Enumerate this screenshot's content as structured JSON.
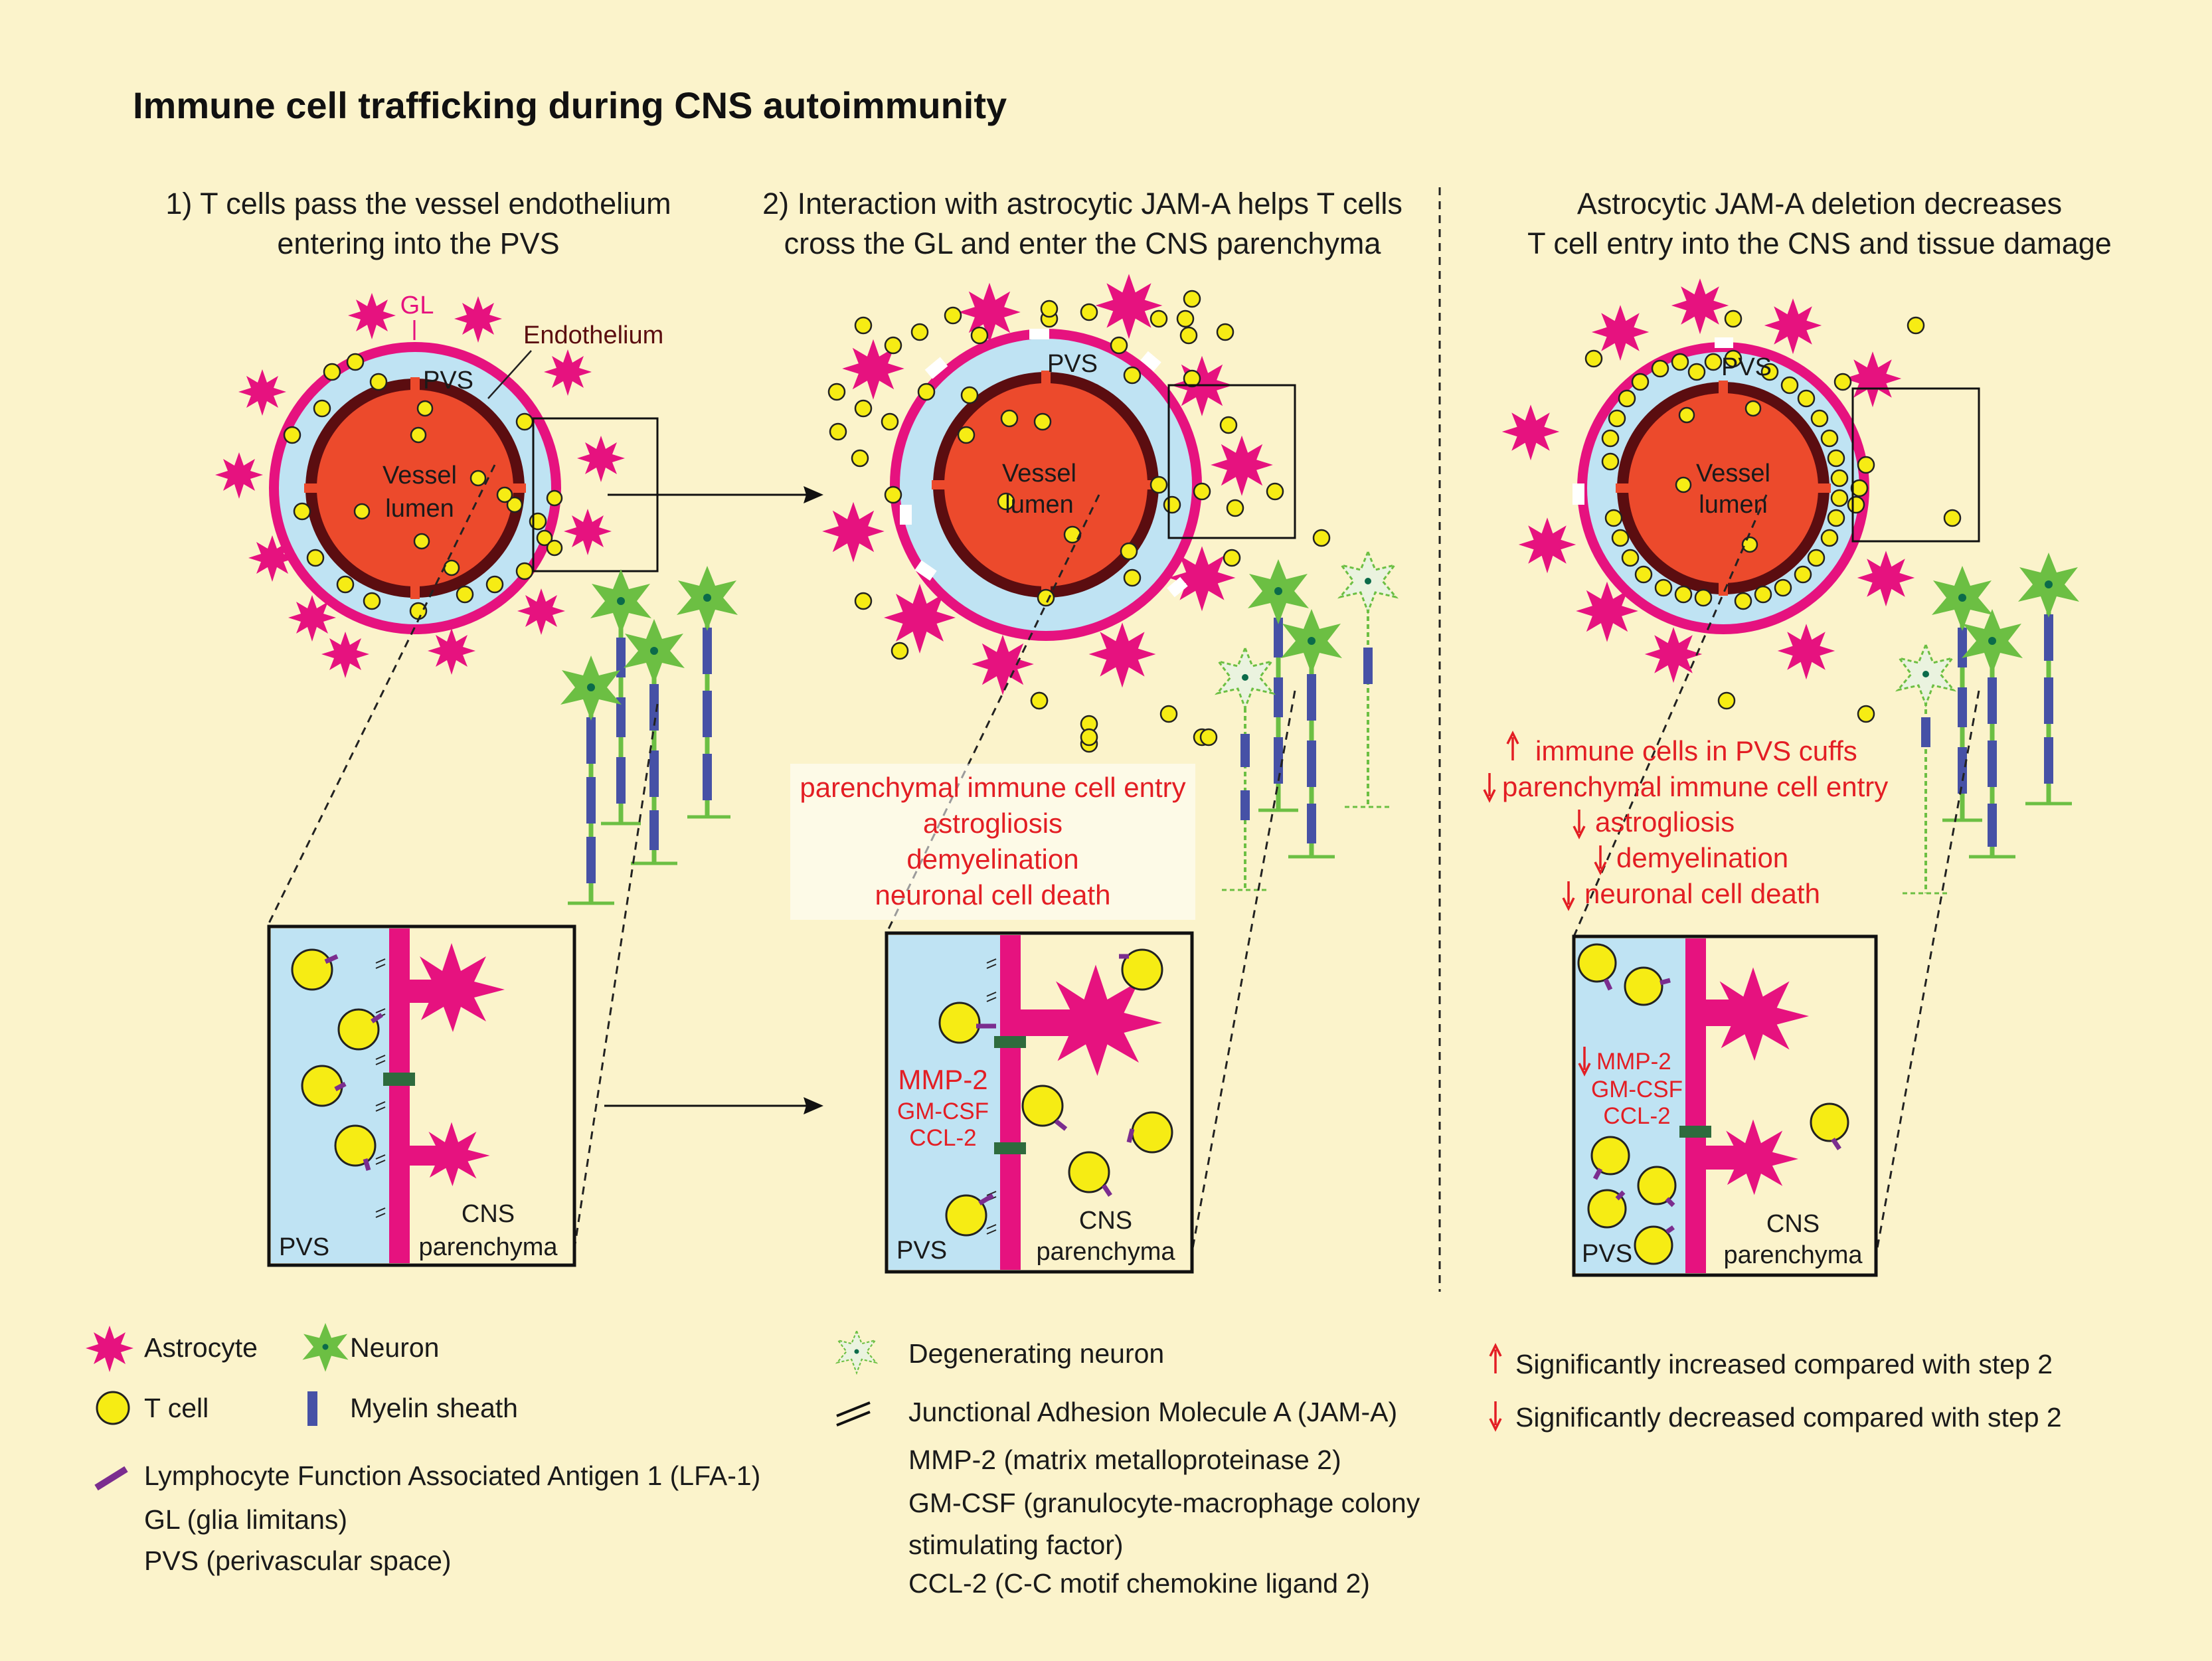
{
  "title": "Immune cell trafficking during CNS autoimmunity",
  "panels": [
    {
      "heading": [
        "1) T cells pass the vessel endothelium",
        "entering into the PVS"
      ],
      "labels": {
        "gl": "GL",
        "endothelium": "Endothelium",
        "pvs": "PVS",
        "lumen": [
          "Vessel",
          "lumen"
        ]
      },
      "inset": {
        "pvs": "PVS",
        "parenchyma": [
          "CNS",
          "parenchyma"
        ]
      }
    },
    {
      "heading": [
        "2) Interaction with astrocytic JAM-A helps T cells",
        "cross the GL and enter the CNS parenchyma"
      ],
      "labels": {
        "pvs": "PVS",
        "lumen": [
          "Vessel",
          "lumen"
        ]
      },
      "effects": [
        "parenchymal immune cell entry",
        "astrogliosis",
        "demyelination",
        "neuronal cell death"
      ],
      "inset": {
        "pvs": "PVS",
        "parenchyma": [
          "CNS",
          "parenchyma"
        ],
        "factors": [
          "MMP-2",
          "GM-CSF",
          "CCL-2"
        ]
      }
    },
    {
      "heading": [
        "Astrocytic JAM-A deletion decreases",
        "T cell entry into the CNS and tissue damage"
      ],
      "labels": {
        "pvs": "PVS",
        "lumen": [
          "Vessel",
          "lumen"
        ]
      },
      "effects": [
        {
          "dir": "up",
          "text": "immune cells in PVS cuffs"
        },
        {
          "dir": "down",
          "text": "parenchymal immune cell entry"
        },
        {
          "dir": "down",
          "text": "astrogliosis"
        },
        {
          "dir": "down",
          "text": "demyelination"
        },
        {
          "dir": "down",
          "text": "neuronal cell death"
        }
      ],
      "inset": {
        "pvs": "PVS",
        "parenchyma": [
          "CNS",
          "parenchyma"
        ],
        "factors": [
          "MMP-2",
          "GM-CSF",
          "CCL-2"
        ],
        "factors_dir": "down"
      }
    }
  ],
  "legend": {
    "astrocyte": "Astrocyte",
    "neuron": "Neuron",
    "t_cell": "T cell",
    "myelin": "Myelin sheath",
    "lfa1": "Lymphocyte Function Associated Antigen 1 (LFA-1)",
    "gl": "GL (glia limitans)",
    "pvs": "PVS (perivascular space)",
    "degenerating": "Degenerating neuron",
    "jama": "Junctional Adhesion Molecule A (JAM-A)",
    "mmp2": "MMP-2 (matrix metalloproteinase 2)",
    "gmcsf": [
      "GM-CSF (granulocyte-macrophage colony",
      "stimulating factor)"
    ],
    "ccl2": "CCL-2 (C-C motif chemokine ligand 2)",
    "increased": "Significantly increased compared with step 2",
    "decreased": "Significantly decreased compared with step 2"
  },
  "colors": {
    "background": "#fbf3cb",
    "astrocyte": "#e6127f",
    "neuron": "#6cbf43",
    "t_cell": "#f6ec14",
    "pvs": "#bfe3f3",
    "lumen": "#ec4a2c",
    "endothelium": "#5b0d10",
    "myelin": "#4651a6",
    "lfa1": "#7b2d8f",
    "jam_a": "#2e6b3d",
    "effect_text": "#e31e24"
  }
}
